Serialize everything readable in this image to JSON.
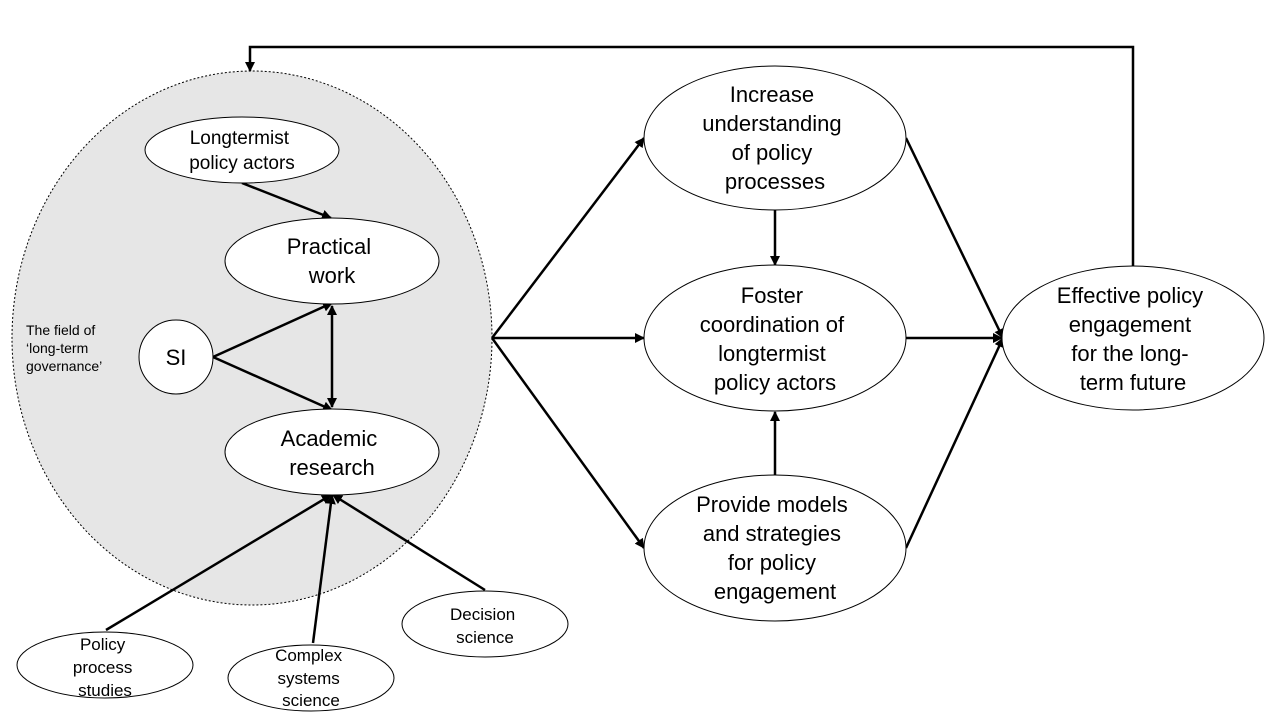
{
  "colors": {
    "background": "#ffffff",
    "stroke": "#000000",
    "field_fill": "#e6e6e6",
    "node_fill": "#ffffff",
    "text": "#000000"
  },
  "field": {
    "label": [
      "The field of",
      "‘long-term",
      "governance’"
    ]
  },
  "nodes": {
    "longtermist_actors": [
      "Longtermist",
      "policy actors"
    ],
    "practical_work": [
      "Practical",
      "work"
    ],
    "si": [
      "SI"
    ],
    "academic_research": [
      "Academic",
      "research"
    ],
    "policy_process": [
      "Policy",
      "process",
      "studies"
    ],
    "complex_systems": [
      "Complex",
      "systems",
      "science"
    ],
    "decision_science": [
      "Decision",
      "science"
    ],
    "increase_understanding": [
      "Increase",
      "understanding",
      "of policy",
      "processes"
    ],
    "foster_coordination": [
      "Foster",
      "coordination of",
      "longtermist",
      "policy actors"
    ],
    "provide_models": [
      "Provide models",
      "and strategies",
      "for policy",
      "engagement"
    ],
    "effective_engagement": [
      "Effective policy",
      "engagement",
      "for the long-",
      "term future"
    ]
  }
}
